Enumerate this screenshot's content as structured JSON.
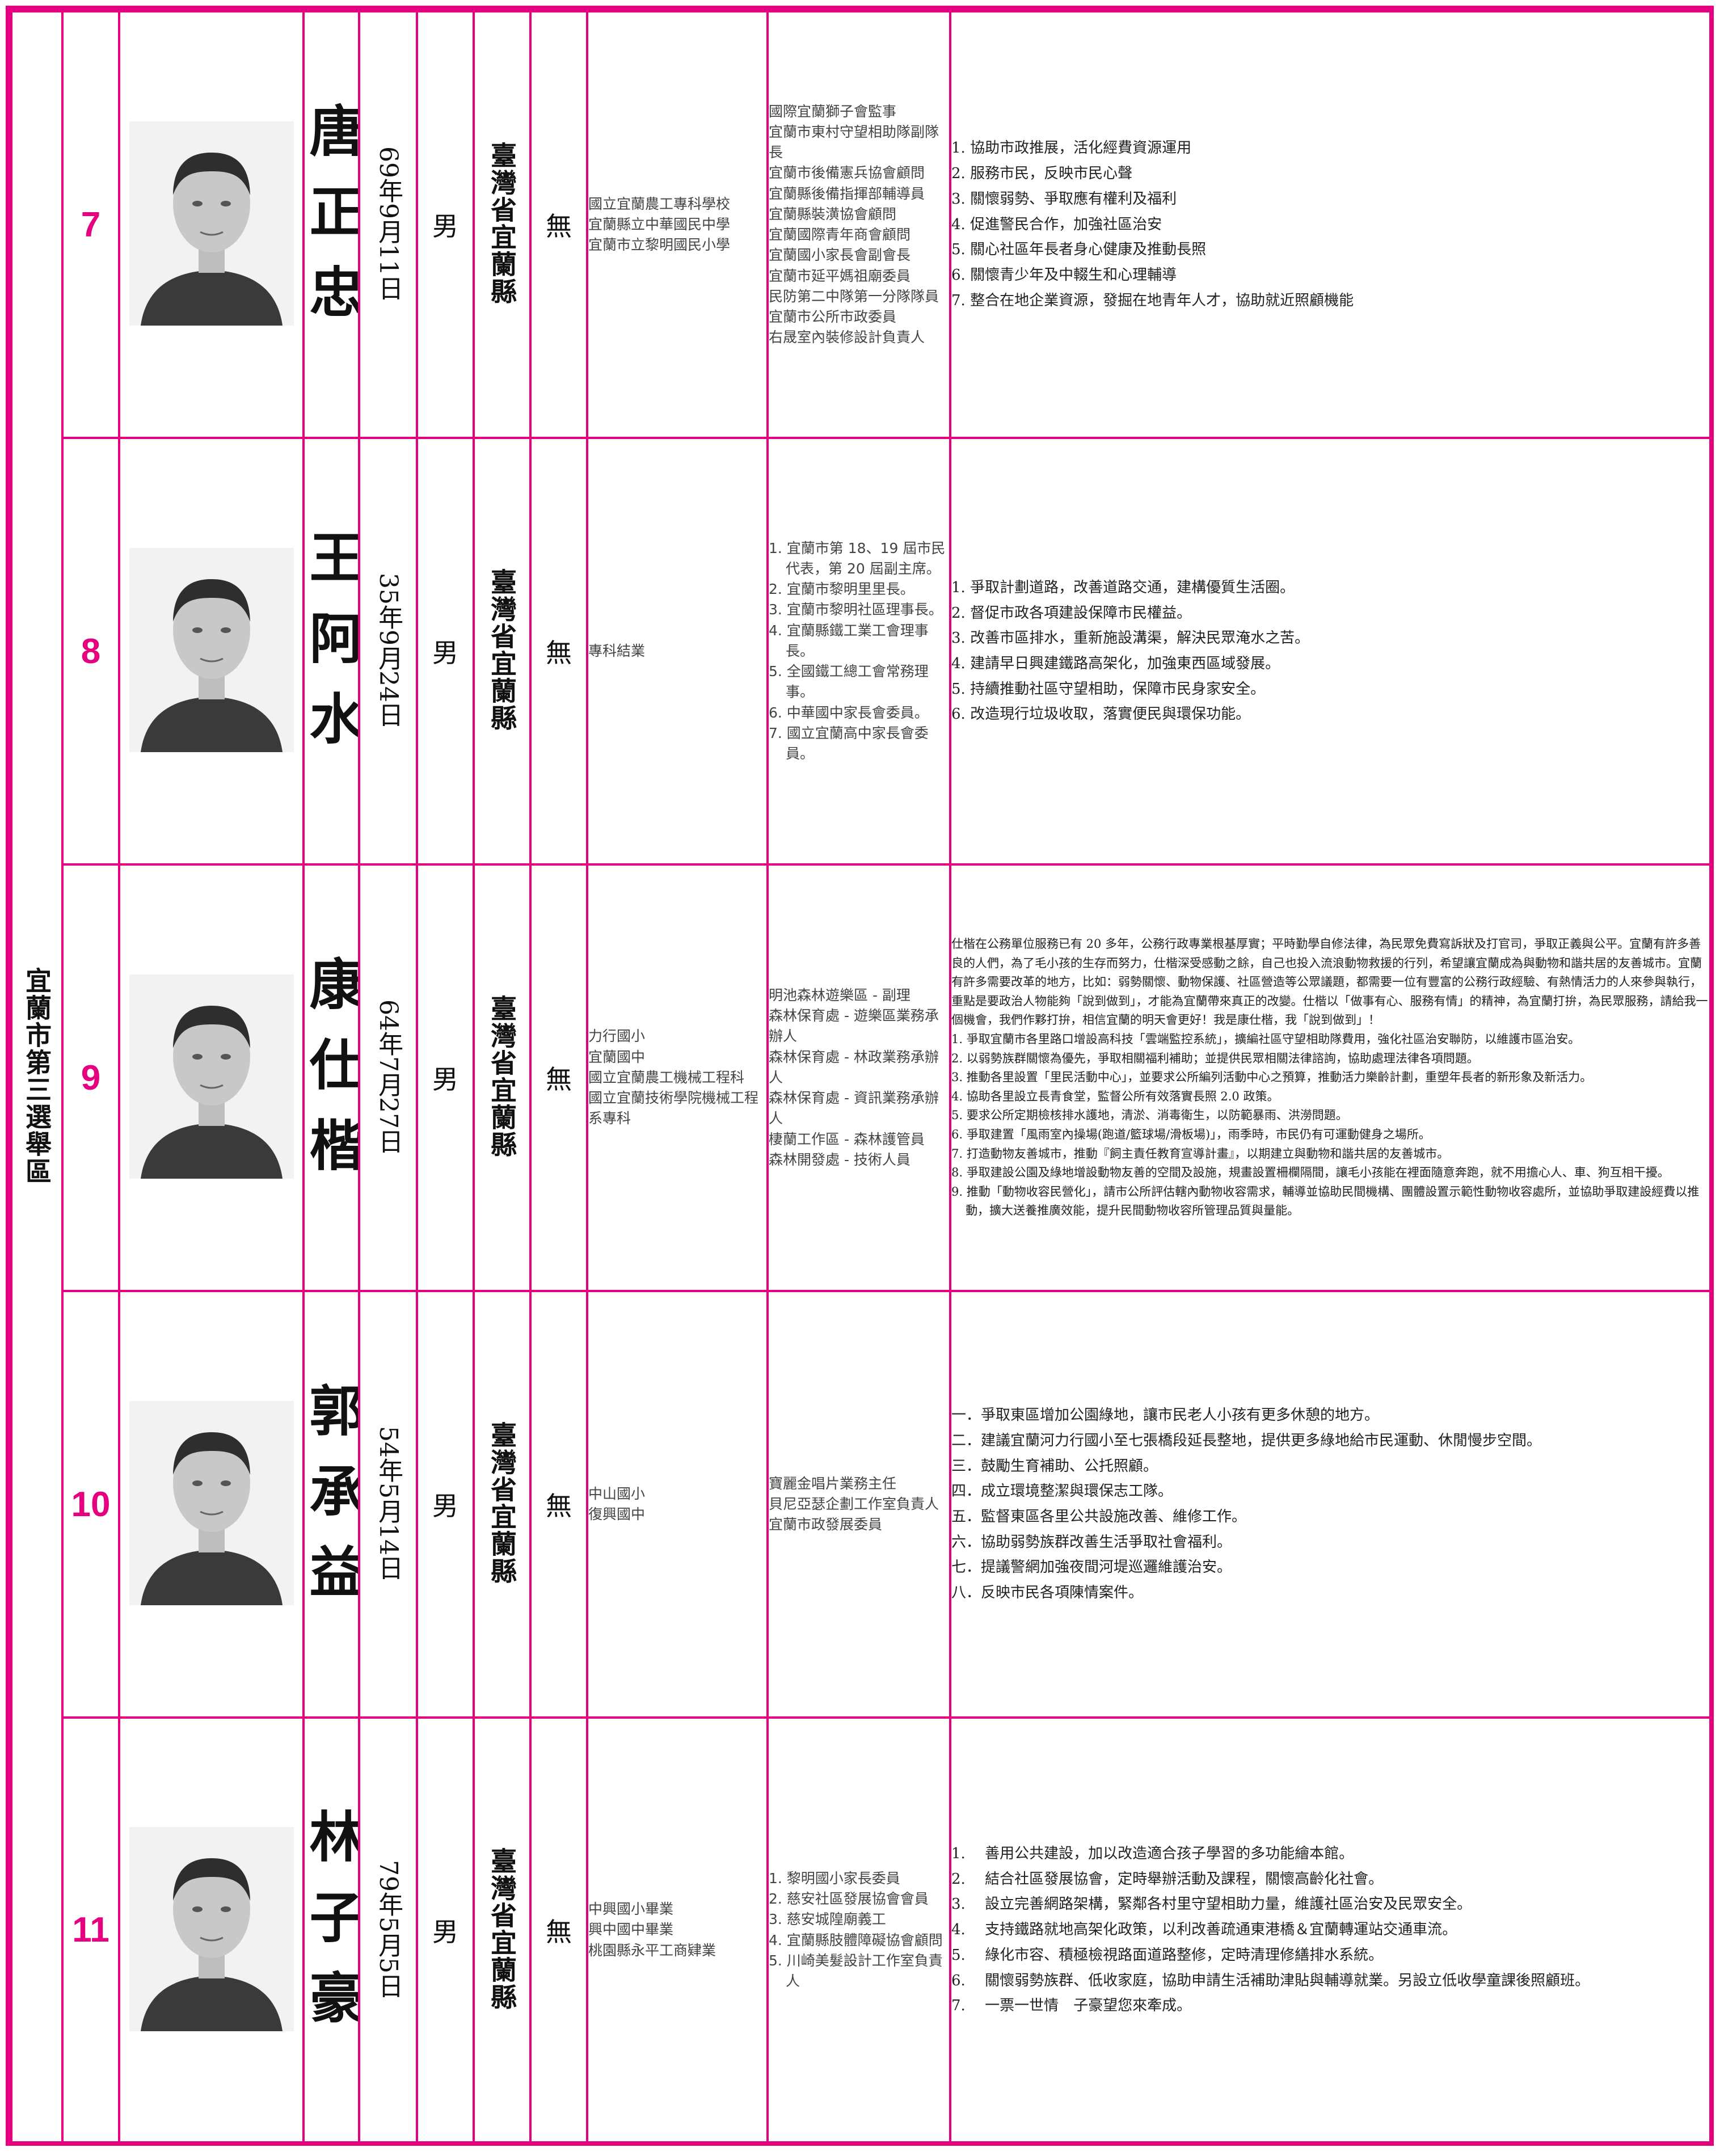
{
  "district": "宜蘭市第三選舉區",
  "colors": {
    "accent": "#e4007f"
  },
  "candidates": [
    {
      "number": "7",
      "name": "唐正忠",
      "birth": [
        "69",
        "年",
        "9",
        "月",
        "11",
        "日"
      ],
      "gender": "男",
      "origin": "臺灣省宜蘭縣",
      "party": "無",
      "education": [
        "國立宜蘭農工專科學校",
        "宜蘭縣立中華國民中學",
        "宜蘭市立黎明國民小學"
      ],
      "experience": [
        "國際宜蘭獅子會監事",
        "宜蘭市東村守望相助隊副隊長",
        "宜蘭市後備憲兵協會顧問",
        "宜蘭縣後備指揮部輔導員",
        "宜蘭縣裝潢協會顧問",
        "宜蘭國際青年商會顧問",
        "宜蘭國小家長會副會長",
        "宜蘭市延平媽祖廟委員",
        "民防第二中隊第一分隊隊員",
        "宜蘭市公所市政委員",
        "右晟室內裝修設計負責人"
      ],
      "platform": [
        "1. 協助市政推展，活化經費資源運用",
        "2. 服務市民，反映市民心聲",
        "3. 關懷弱勢、爭取應有權利及福利",
        "4. 促進警民合作，加強社區治安",
        "5. 關心社區年長者身心健康及推動長照",
        "6. 關懷青少年及中輟生和心理輔導",
        "7. 整合在地企業資源，發掘在地青年人才，協助就近照顧機能"
      ]
    },
    {
      "number": "8",
      "name": "王阿水",
      "birth": [
        "35",
        "年",
        "9",
        "月",
        "24",
        "日"
      ],
      "gender": "男",
      "origin": "臺灣省宜蘭縣",
      "party": "無",
      "education": [
        "專科結業"
      ],
      "experience": [
        "1. 宜蘭市第 18、19 屆市民代表，第 20 屆副主席。",
        "2. 宜蘭市黎明里里長。",
        "3. 宜蘭市黎明社區理事長。",
        "4. 宜蘭縣鐵工業工會理事長。",
        "5. 全國鐵工總工會常務理事。",
        "6. 中華國中家長會委員。",
        "7. 國立宜蘭高中家長會委員。"
      ],
      "platform": [
        "1. 爭取計劃道路，改善道路交通，建構優質生活圈。",
        "2. 督促市政各項建設保障市民權益。",
        "3. 改善市區排水，重新施設溝渠，解決民眾淹水之苦。",
        "4. 建請早日興建鐵路高架化，加強東西區域發展。",
        "5. 持續推動社區守望相助，保障市民身家安全。",
        "6. 改造現行垃圾收取，落實便民與環保功能。"
      ]
    },
    {
      "number": "9",
      "name": "康仕楷",
      "birth": [
        "64",
        "年",
        "7",
        "月",
        "27",
        "日"
      ],
      "gender": "男",
      "origin": "臺灣省宜蘭縣",
      "party": "無",
      "education": [
        "力行國小",
        "宜蘭國中",
        "國立宜蘭農工機械工程科",
        "國立宜蘭技術學院機械工程系專科"
      ],
      "experience": [
        "明池森林遊樂區 - 副理",
        "森林保育處 - 遊樂區業務承辦人",
        "森林保育處 - 林政業務承辦人",
        "森林保育處 - 資訊業務承辦人",
        "棲蘭工作區 - 森林護管員",
        "森林開發處 - 技術人員"
      ],
      "intro": "仕楷在公務單位服務已有 20 多年，公務行政專業根基厚實；平時勤學自修法律，為民眾免費寫訴狀及打官司，爭取正義與公平。宜蘭有許多善良的人們，為了毛小孩的生存而努力，仕楷深受感動之餘，自己也投入流浪動物救援的行列，希望讓宜蘭成為與動物和諧共居的友善城市。宜蘭有許多需要改革的地方，比如：弱勢關懷、動物保護、社區營造等公眾議題，都需要一位有豐富的公務行政經驗、有熱情活力的人來參與執行，重點是要政治人物能夠「說到做到」，才能為宜蘭帶來真正的改變。仕楷以「做事有心、服務有情」的精神，為宜蘭打拚，為民眾服務，請給我一個機會，我們作夥打拚，相信宜蘭的明天會更好！我是康仕楷，我「說到做到」！",
      "platform": [
        "1. 爭取宜蘭市各里路口增設高科技「雲端監控系統」，擴編社區守望相助隊費用，強化社區治安聯防，以維護市區治安。",
        "2. 以弱勢族群關懷為優先，爭取相關福利補助；並提供民眾相關法律諮詢，協助處理法律各項問題。",
        "3. 推動各里設置「里民活動中心」，並要求公所編列活動中心之預算，推動活力樂齡計劃，重塑年長者的新形象及新活力。",
        "4. 協助各里設立長青食堂，監督公所有效落實長照 2.0 政策。",
        "5. 要求公所定期檢核排水護地，清淤、消毒衛生，以防範暴雨、洪澇問題。",
        "6. 爭取建置「風雨室內操場(跑道/籃球場/滑板場)」，雨季時，市民仍有可運動健身之場所。",
        "7. 打造動物友善城市，推動『飼主責任教育宣導計畫』，以期建立與動物和諧共居的友善城市。",
        "8. 爭取建設公園及綠地增設動物友善的空間及設施，規畫設置柵欄隔間，讓毛小孩能在裡面隨意奔跑，就不用擔心人、車、狗互相干擾。",
        "9. 推動「動物收容民營化」，請市公所評估轄內動物收容需求，輔導並協助民間機構、團體設置示範性動物收容處所，並協助爭取建設經費以推動，擴大送養推廣效能，提升民間動物收容所管理品質與量能。"
      ]
    },
    {
      "number": "10",
      "name": "郭承益",
      "birth": [
        "54",
        "年",
        "5",
        "月",
        "14",
        "日"
      ],
      "gender": "男",
      "origin": "臺灣省宜蘭縣",
      "party": "無",
      "education": [
        "中山國小",
        "復興國中"
      ],
      "experience": [
        "寶麗金唱片業務主任",
        "貝尼亞瑟企劃工作室負責人",
        "宜蘭市政發展委員"
      ],
      "platform": [
        "一．爭取東區增加公園綠地，讓市民老人小孩有更多休憩的地方。",
        "二．建議宜蘭河力行國小至七張橋段延長整地，提供更多綠地給市民運動、休閒慢步空間。",
        "三．鼓勵生育補助、公托照顧。",
        "四．成立環境整潔與環保志工隊。",
        "五．監督東區各里公共設施改善、維修工作。",
        "六．協助弱勢族群改善生活爭取社會福利。",
        "七．提議警網加強夜間河堤巡邏維護治安。",
        "八．反映市民各項陳情案件。"
      ]
    },
    {
      "number": "11",
      "name": "林子豪",
      "birth": [
        "79",
        "年",
        "5",
        "月",
        "5",
        "日"
      ],
      "gender": "男",
      "origin": "臺灣省宜蘭縣",
      "party": "無",
      "education": [
        "中興國小畢業",
        "興中國中畢業",
        "桃園縣永平工商肄業"
      ],
      "experience": [
        "1. 黎明國小家長委員",
        "2. 慈安社區發展協會會員",
        "3. 慈安城隍廟義工",
        "4. 宜蘭縣肢體障礙協會顧問",
        "5. 川崎美髮設計工作室負責人"
      ],
      "platform": [
        "1.　 善用公共建設，加以改造適合孩子學習的多功能繪本館。",
        "2.　 結合社區發展協會，定時舉辦活動及課程，關懷高齡化社會。",
        "3.　 設立完善網路架構，緊鄰各村里守望相助力量，維護社區治安及民眾安全。",
        "4.　 支持鐵路就地高架化政策，以利改善疏通東港橋＆宜蘭轉運站交通車流。",
        "5.　 綠化市容、積極檢視路面道路整修，定時清理修繕排水系統。",
        "6.　 關懷弱勢族群、低收家庭，協助申請生活補助津貼與輔導就業。另設立低收學童課後照顧班。",
        "7.　 一票一世情　子豪望您來牽成。"
      ]
    }
  ]
}
